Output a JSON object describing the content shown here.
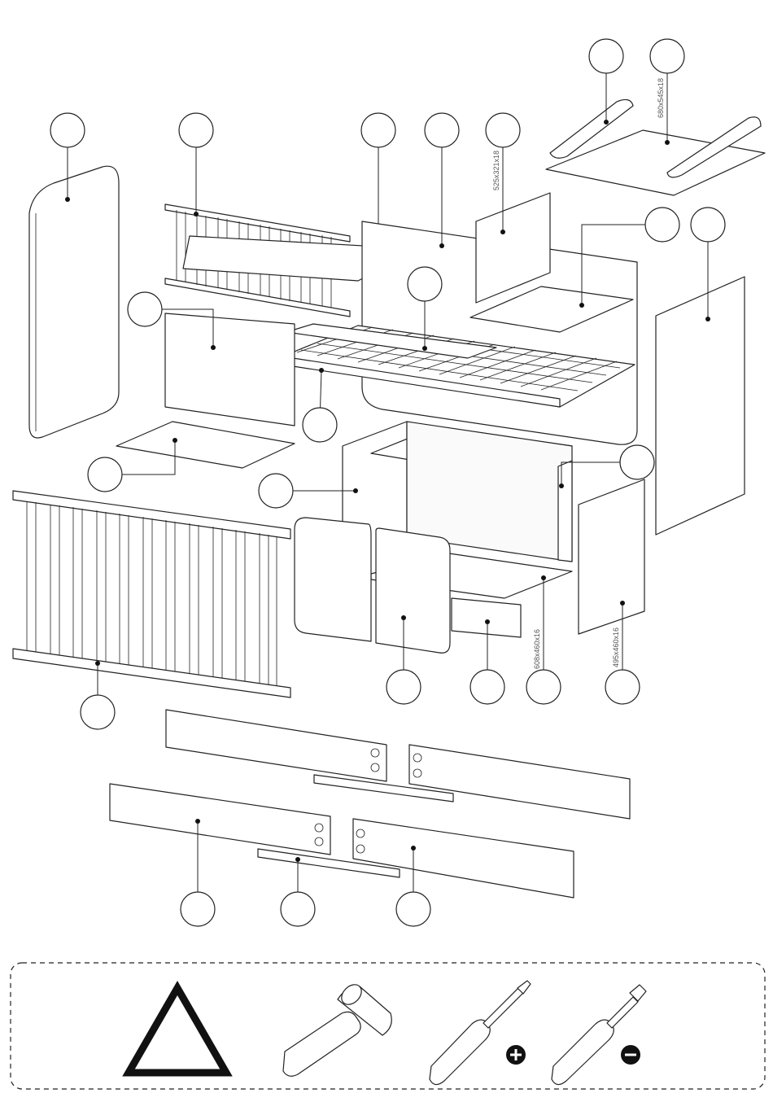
{
  "dimension_labels": {
    "top_panel": "680x545x18",
    "small_board": "525x321x18",
    "shelf": "608x460x16",
    "side_panel": "495x460x16"
  },
  "tools": [
    {
      "name": "warning-triangle-icon",
      "label": ""
    },
    {
      "name": "mallet-icon",
      "label": ""
    },
    {
      "name": "phillips-screwdriver-icon",
      "label": ""
    },
    {
      "name": "flat-screwdriver-icon",
      "label": ""
    }
  ],
  "colors": {
    "line": "#222222",
    "background": "#ffffff"
  }
}
